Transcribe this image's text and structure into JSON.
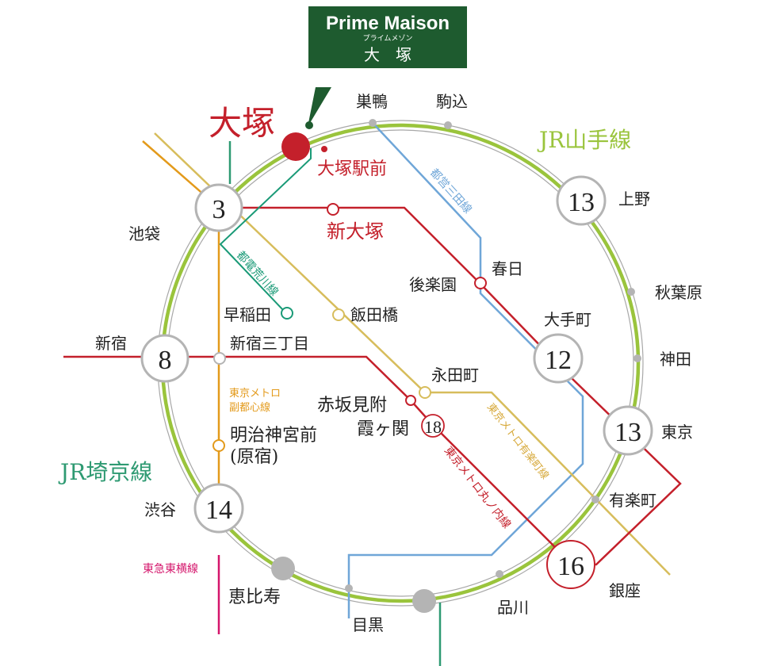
{
  "brand": {
    "name": "Prime Maison",
    "kana": "プライムメゾン",
    "location": "大　塚",
    "box_color": "#1e5b2f"
  },
  "colors": {
    "yamanote": "#9ac43c",
    "saikyo": "#2e9a72",
    "arakawa": "#1a9a77",
    "marunouchi": "#c4202b",
    "fukutoshin": "#e39a1b",
    "yurakucho": "#d7bd5c",
    "mita": "#6fa6d8",
    "toyoko": "#d4156b",
    "ring_outer": "#a0a0a0",
    "highlight": "#c4202b"
  },
  "lines": {
    "yamanote": "JR山手線",
    "saikyo": "JR埼京線",
    "mita": "都営三田線",
    "arakawa": "都電荒川線",
    "fukutoshin": "東京メトロ副都心線",
    "yurakucho": "東京メトロ有楽町線",
    "marunouchi": "東京メトロ丸ノ内線",
    "toyoko": "東急東横線"
  },
  "stations": {
    "otsuka": "大塚",
    "otsuka_ekimae": "大塚駅前",
    "sugamo": "巣鴨",
    "komagome": "駒込",
    "ueno": "上野",
    "akihabara": "秋葉原",
    "kanda": "神田",
    "tokyo": "東京",
    "yurakucho": "有楽町",
    "ginza": "銀座",
    "shinagawa": "品川",
    "meguro": "目黒",
    "ebisu": "恵比寿",
    "shibuya": "渋谷",
    "shinjuku": "新宿",
    "ikebukuro": "池袋",
    "shin_otsuka": "新大塚",
    "korakuen": "後楽園",
    "kasuga": "春日",
    "otemachi": "大手町",
    "waseda": "早稲田",
    "iidabashi": "飯田橋",
    "shinjuku_sanchome": "新宿三丁目",
    "nagatacho": "永田町",
    "akasaka_mitsuke": "赤坂見附",
    "kasumigaseki": "霞ヶ関",
    "meiji_jingumae": "明治神宮前",
    "harajuku": "(原宿)"
  },
  "times": {
    "ikebukuro": "3",
    "shinjuku": "8",
    "shibuya": "14",
    "ueno": "13",
    "otemachi": "12",
    "tokyo": "13",
    "ginza": "16",
    "kasumigaseki": "18"
  }
}
